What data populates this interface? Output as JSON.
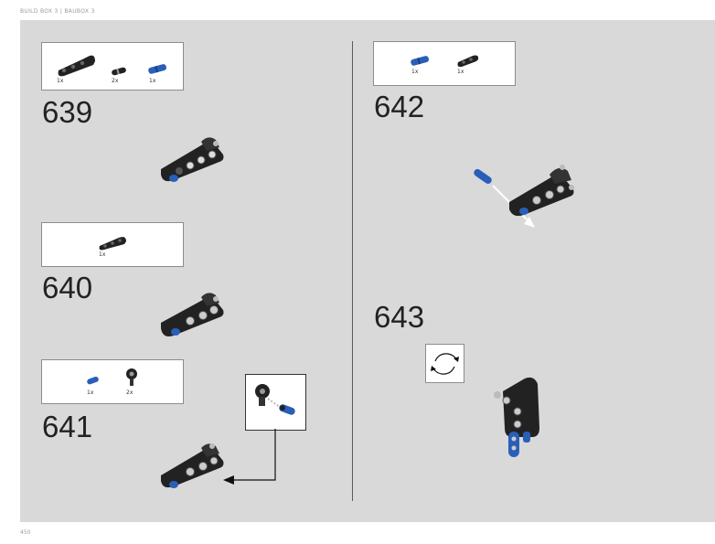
{
  "header": {
    "text": "BUILD BOX 3 | BAUBOX 3"
  },
  "page_number": "450",
  "colors": {
    "background": "#d9d9d9",
    "brick_black": "#222222",
    "brick_blue": "#2a5fb8",
    "brick_grey": "#bfbfbf"
  },
  "steps": [
    {
      "number": "639",
      "parts": [
        {
          "qty": "1x",
          "icon": "black-beam-icon"
        },
        {
          "qty": "2x",
          "icon": "black-pin-icon"
        },
        {
          "qty": "1x",
          "icon": "blue-axle-pin-icon"
        }
      ]
    },
    {
      "number": "640",
      "parts": [
        {
          "qty": "1x",
          "icon": "black-beam-icon"
        }
      ]
    },
    {
      "number": "641",
      "parts": [
        {
          "qty": "1x",
          "icon": "blue-pin-icon"
        },
        {
          "qty": "2x",
          "icon": "black-pin-connector-icon"
        }
      ],
      "has_callout": true
    },
    {
      "number": "642",
      "parts": [
        {
          "qty": "1x",
          "icon": "blue-axle-pin-icon"
        },
        {
          "qty": "1x",
          "icon": "black-beam-icon"
        }
      ]
    },
    {
      "number": "643",
      "parts": [],
      "has_rotate_icon": true
    }
  ]
}
